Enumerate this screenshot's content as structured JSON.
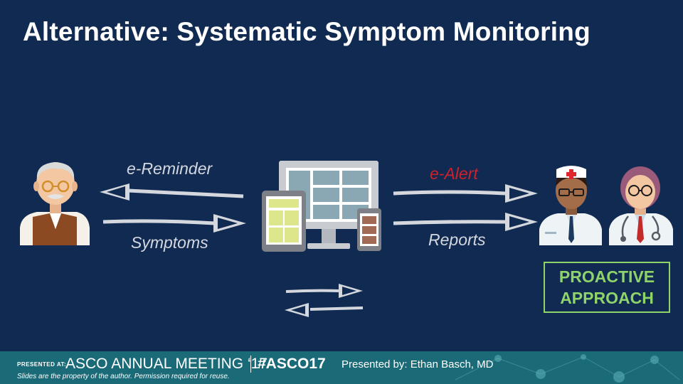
{
  "slide": {
    "title": "Alternative: Systematic Symptom Monitoring",
    "labels": {
      "e_reminder": "e-Reminder",
      "symptoms": "Symptoms",
      "e_alert": "e-Alert",
      "reports": "Reports"
    },
    "proactive_box": {
      "line1": "PROACTIVE",
      "line2": "APPROACH"
    }
  },
  "footer": {
    "presented_at": "PRESENTED AT:",
    "meeting": "ASCO ANNUAL MEETING ‘17",
    "hashtag": "#ASCO17",
    "presented_by": "Presented by: Ethan Basch, MD",
    "disclaimer": "Slides are the property of the author. Permission required for reuse."
  },
  "colors": {
    "background": "#112a52",
    "title": "#ffffff",
    "label": "#d4d8de",
    "alert_label": "#d0202a",
    "proactive": "#8ed46a",
    "footer": "#1b6a78"
  },
  "icons": [
    "patient-icon",
    "devices-icon",
    "nurse-icon",
    "doctor-icon",
    "sync-arrows-icon"
  ]
}
